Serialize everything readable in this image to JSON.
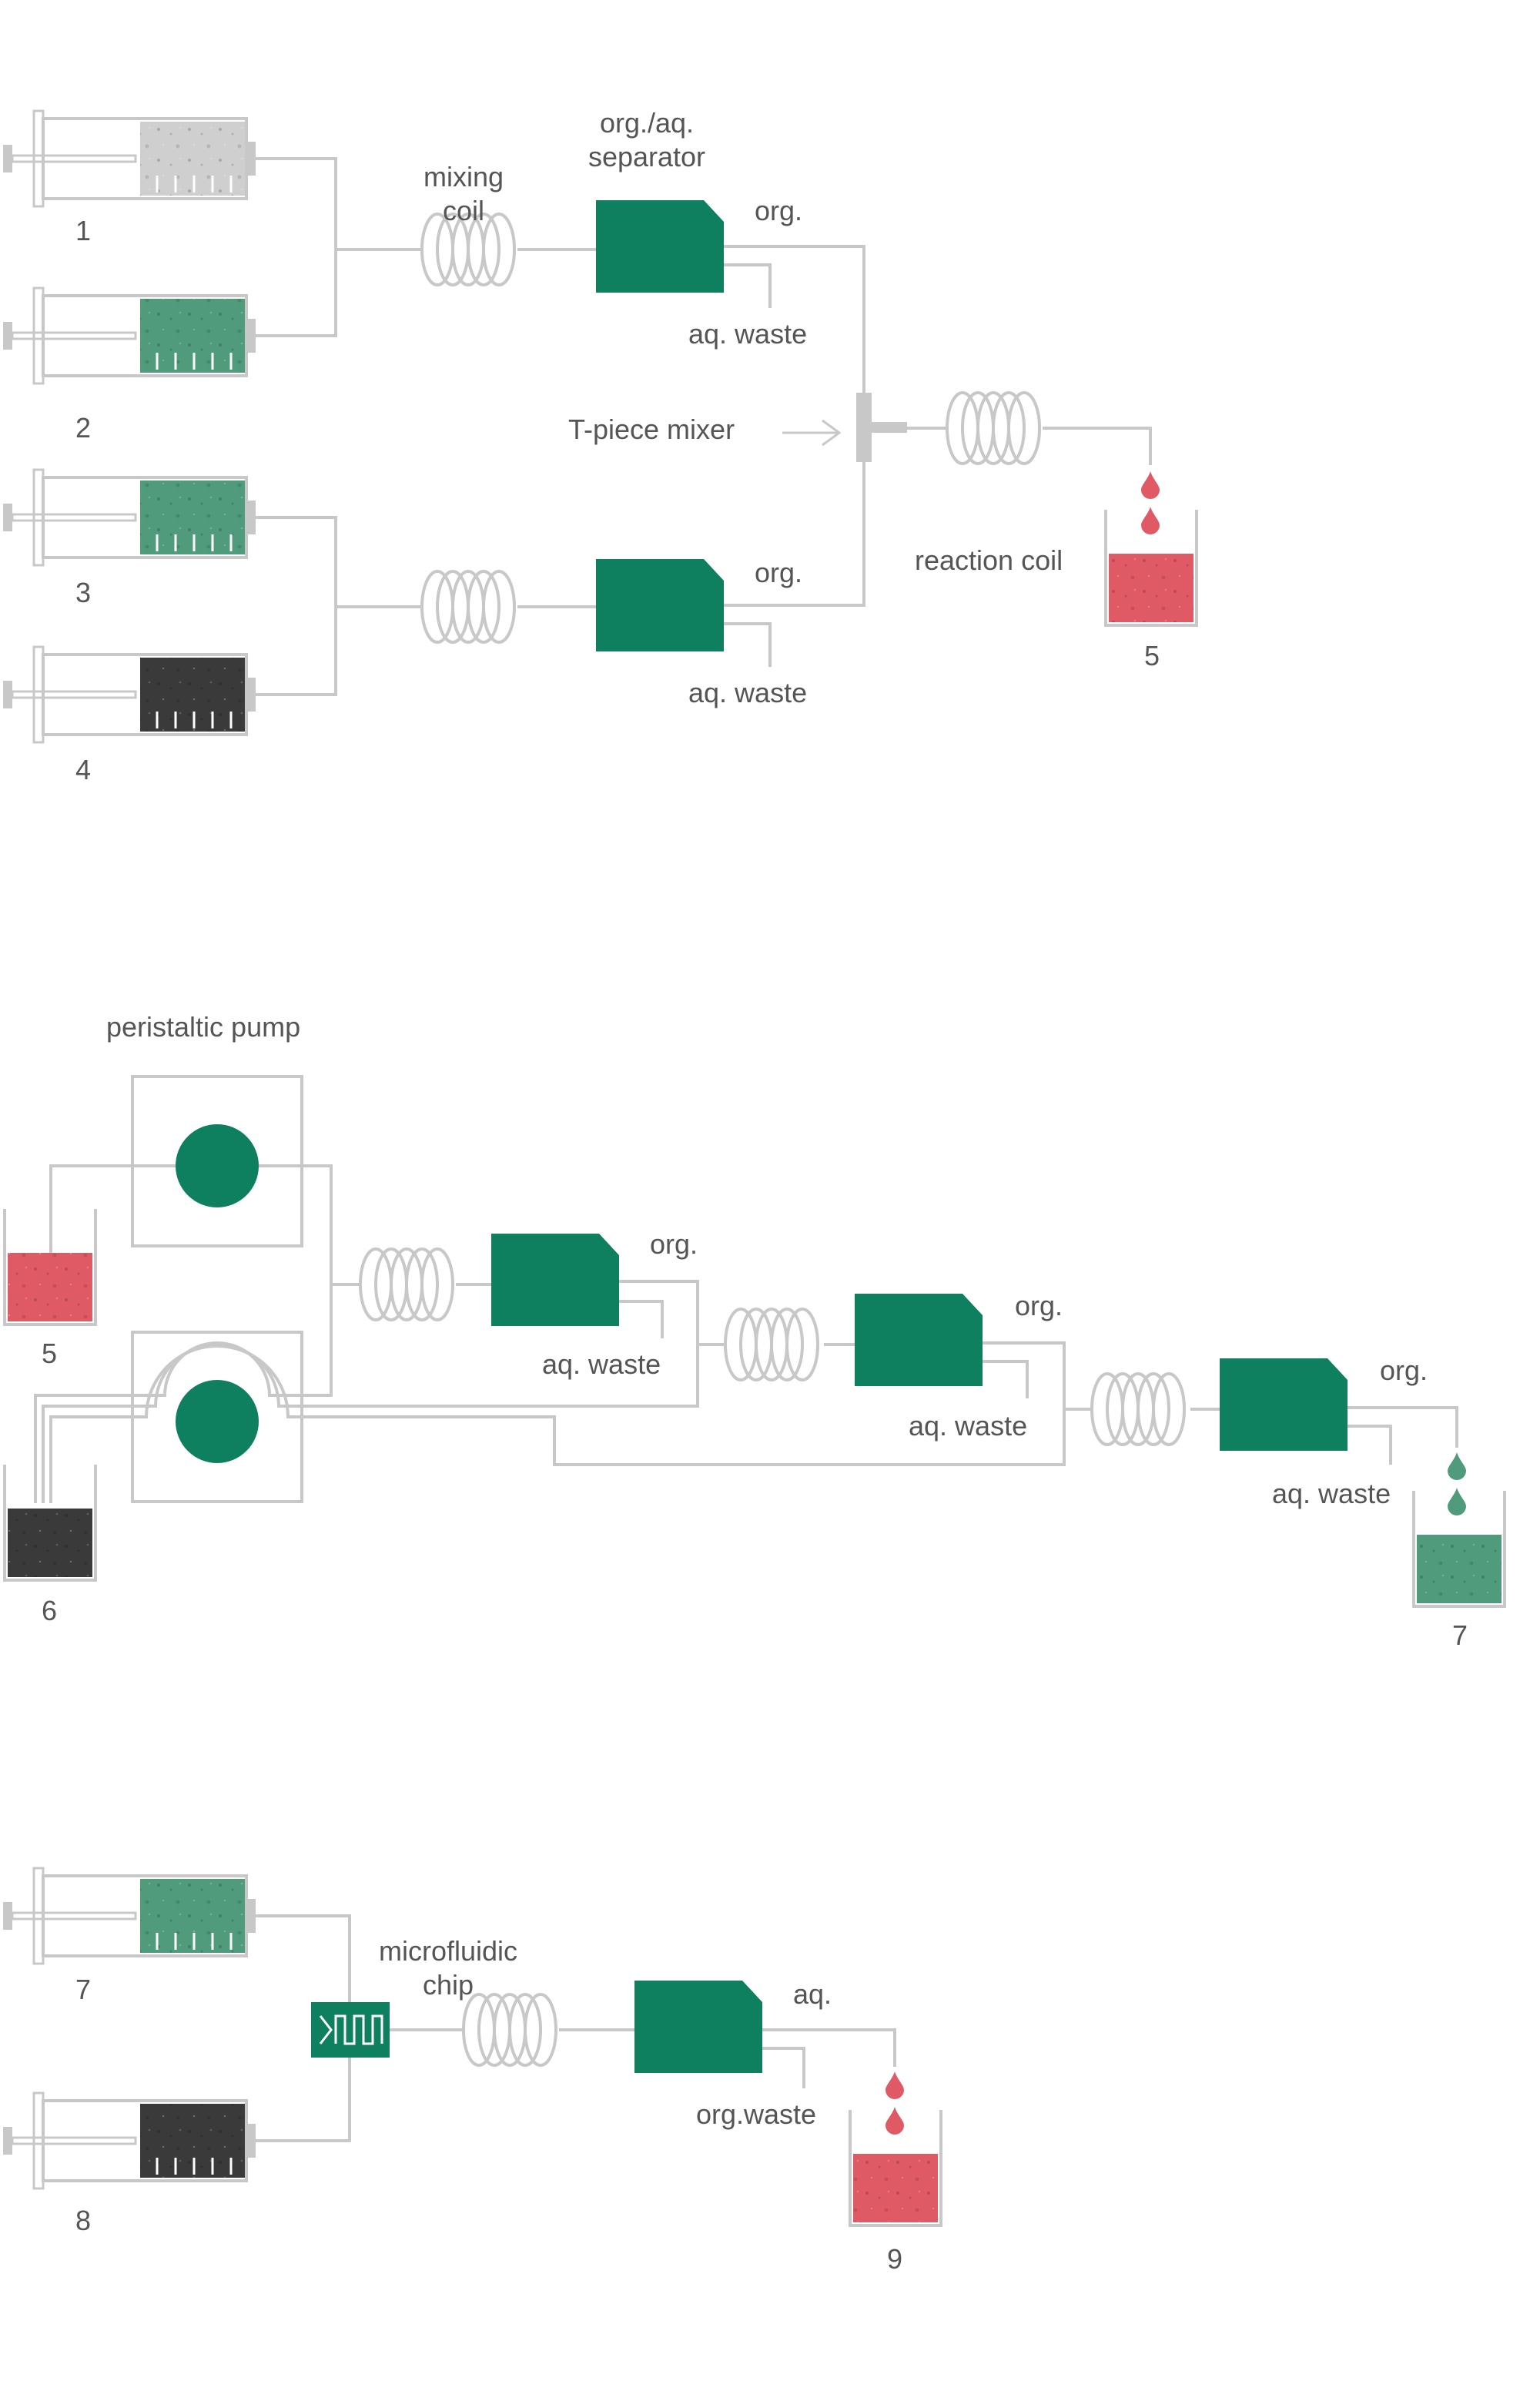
{
  "colors": {
    "green": "#0e7f5f",
    "tube": "#c8c8c8",
    "text": "#555555",
    "red_liquid": "#e05a65",
    "gray_liquid": "#cfcfcf",
    "dark_liquid": "#3a3a3a",
    "green_liquid": "#4f9b7c"
  },
  "section1": {
    "syringes": [
      "1",
      "2",
      "3",
      "4"
    ],
    "labels": {
      "mixing_coil": [
        "mixing",
        "coil"
      ],
      "separator": [
        "org./aq.",
        "separator"
      ],
      "org_top": "org.",
      "aq_waste_top": "aq. waste",
      "t_piece": "T-piece mixer",
      "org_bottom": "org.",
      "aq_waste_bottom": "aq. waste",
      "reaction_coil": "reaction coil",
      "product": "5"
    }
  },
  "section2": {
    "pump_label": "peristaltic pump",
    "reservoir_a": "5",
    "reservoir_b": "6",
    "product": "7",
    "stages": [
      {
        "org": "org.",
        "waste": "aq. waste"
      },
      {
        "org": "org.",
        "waste": "aq. waste"
      },
      {
        "org": "org.",
        "waste": "aq. waste"
      }
    ]
  },
  "section3": {
    "syringes": [
      "7",
      "8"
    ],
    "chip_label": [
      "microfluidic",
      "chip"
    ],
    "aq": "aq.",
    "waste": "org.waste",
    "product": "9"
  }
}
